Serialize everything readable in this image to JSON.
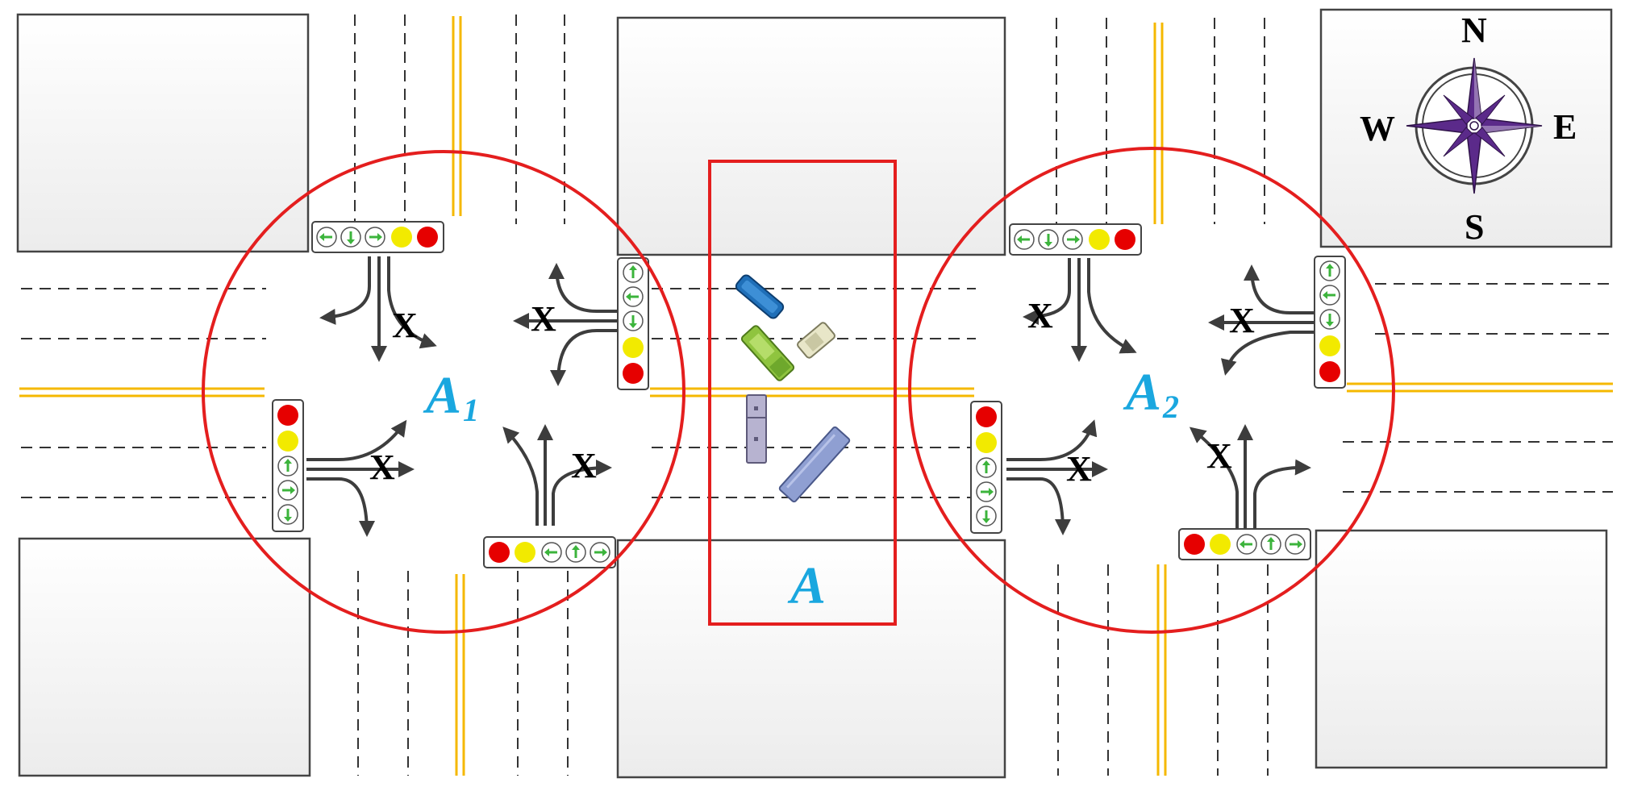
{
  "labels": {
    "region_a": "A",
    "region_a1_main": "A",
    "region_a1_sub": "1",
    "region_a2_main": "A",
    "region_a2_sub": "2"
  },
  "compass": {
    "north": "N",
    "south": "S",
    "east": "E",
    "west": "W"
  },
  "markers": {
    "blocked_turn": "X"
  },
  "colors": {
    "highlight_red": "#e41e1e",
    "label_blue": "#1aa7df",
    "centerline_yellow": "#f5b800",
    "block_fill": "#f4f4f4",
    "signal_red": "#e60000",
    "signal_yellow": "#f2ea00",
    "signal_green_arrow": "#3cb43c",
    "compass_purple": "#5b2a8a"
  },
  "vehicles": [
    "blue-bus",
    "green-truck",
    "beige-car",
    "gray-trailer",
    "blue-semi"
  ]
}
